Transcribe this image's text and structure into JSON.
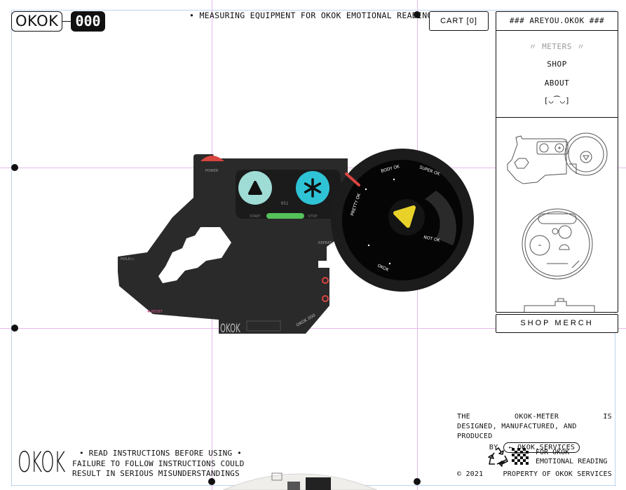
{
  "brand": {
    "name": "OKOK",
    "number": "000"
  },
  "header": {
    "tagline": "• MEASURING EQUIPMENT FOR OKOK EMOTIONAL READINGS",
    "cart_label": "CART [0]"
  },
  "panel": {
    "title": "### AREYOU.OKOK ###",
    "nav": [
      {
        "label": "〃 METERS 〃"
      },
      {
        "label": "SHOP"
      },
      {
        "label": "ABOUT"
      },
      {
        "label": "[◡⁀◡]"
      }
    ],
    "merch_label": "SHOP MERCH"
  },
  "device": {
    "labels": {
      "power": "POWER",
      "start": "START",
      "stop": "STOP",
      "hold": "HOLD ▷",
      "reset": "✱ RESET",
      "repeat": "REPEAT ▷",
      "counter": "051",
      "brand": "OKOK",
      "tag": "OKOK 000"
    },
    "dial_words": [
      "PRETTY OK",
      "BODY OK",
      "SUPER OK",
      "OKOK",
      "NOT OK"
    ],
    "colors": {
      "body": "#2a2a2a",
      "start_button": "#9fdcd6",
      "stop_button": "#2fc3d6",
      "green_bar": "#55c15a",
      "needle": "#e8d22a",
      "red": "#d9453f"
    }
  },
  "footer": {
    "big_logo": "OKOK",
    "instructions": [
      "• READ INSTRUCTIONS BEFORE USING •",
      "FAILURE TO FOLLOW INSTRUCTIONS COULD",
      "RESULT IN SERIOUS MISUNDERSTANDINGS"
    ],
    "info_line1": [
      "THE",
      "OKOK-METER",
      "IS"
    ],
    "info_line2": "DESIGNED, MANUFACTURED, AND PRODUCED",
    "info_by": "BY",
    "info_service": "← OKOK.SERVICES",
    "badge_text": [
      "FOR OKOK",
      "EMOTIONAL READING"
    ],
    "copyright_year": "© 2021",
    "copyright_text": "PROPERTY OF OKOK SERVICES"
  }
}
